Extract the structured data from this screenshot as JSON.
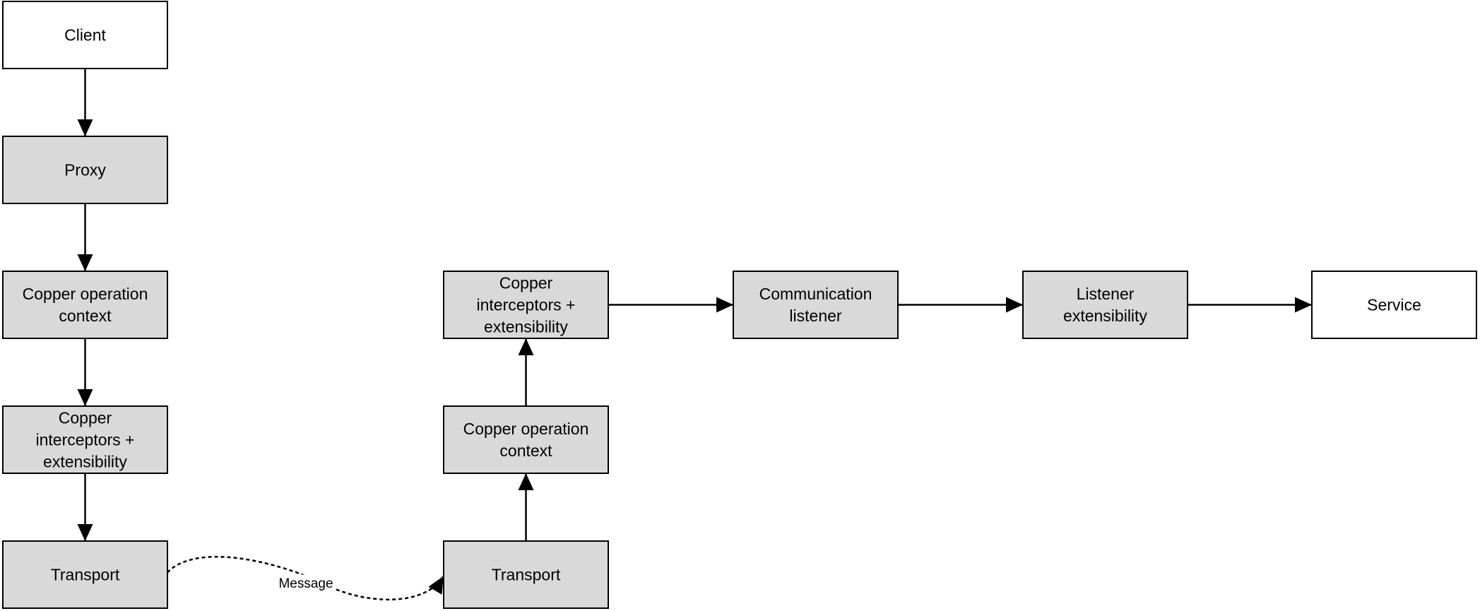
{
  "colors": {
    "grey_fill": "#d9d9d9",
    "white_fill": "#ffffff",
    "stroke": "#000000"
  },
  "nodes": {
    "client": {
      "lines": [
        "Client"
      ],
      "fill": "white"
    },
    "proxy": {
      "lines": [
        "Proxy"
      ],
      "fill": "grey"
    },
    "client_op_context": {
      "lines": [
        "Copper operation",
        "context"
      ],
      "fill": "grey"
    },
    "client_interceptors": {
      "lines": [
        "Copper",
        "interceptors +",
        "extensibility"
      ],
      "fill": "grey"
    },
    "client_transport": {
      "lines": [
        "Transport"
      ],
      "fill": "grey"
    },
    "server_transport": {
      "lines": [
        "Transport"
      ],
      "fill": "grey"
    },
    "server_op_context": {
      "lines": [
        "Copper operation",
        "context"
      ],
      "fill": "grey"
    },
    "server_interceptors": {
      "lines": [
        "Copper",
        "interceptors +",
        "extensibility"
      ],
      "fill": "grey"
    },
    "communication_listener": {
      "lines": [
        "Communication",
        "listener"
      ],
      "fill": "grey"
    },
    "listener_extensibility": {
      "lines": [
        "Listener",
        "extensibility"
      ],
      "fill": "grey"
    },
    "service": {
      "lines": [
        "Service"
      ],
      "fill": "white"
    }
  },
  "edges": [
    {
      "from": "client",
      "to": "proxy",
      "style": "solid"
    },
    {
      "from": "proxy",
      "to": "client_op_context",
      "style": "solid"
    },
    {
      "from": "client_op_context",
      "to": "client_interceptors",
      "style": "solid"
    },
    {
      "from": "client_interceptors",
      "to": "client_transport",
      "style": "solid"
    },
    {
      "from": "client_transport",
      "to": "server_transport",
      "style": "dashed",
      "label": "Message"
    },
    {
      "from": "server_transport",
      "to": "server_op_context",
      "style": "solid"
    },
    {
      "from": "server_op_context",
      "to": "server_interceptors",
      "style": "solid"
    },
    {
      "from": "server_interceptors",
      "to": "communication_listener",
      "style": "solid"
    },
    {
      "from": "communication_listener",
      "to": "listener_extensibility",
      "style": "solid"
    },
    {
      "from": "listener_extensibility",
      "to": "service",
      "style": "solid"
    }
  ]
}
